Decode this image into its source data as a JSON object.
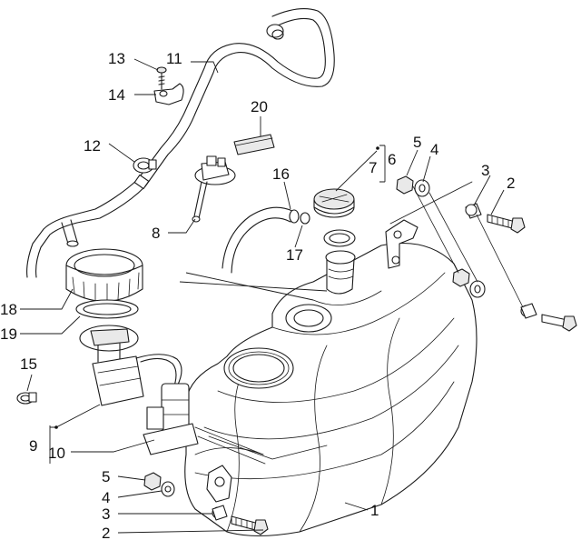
{
  "diagram": {
    "callouts": [
      "1",
      "2",
      "3",
      "4",
      "5",
      "6",
      "7",
      "8",
      "9",
      "10",
      "11",
      "12",
      "13",
      "14",
      "15",
      "16",
      "17",
      "18",
      "19",
      "20",
      "2",
      "3",
      "4",
      "5"
    ]
  }
}
